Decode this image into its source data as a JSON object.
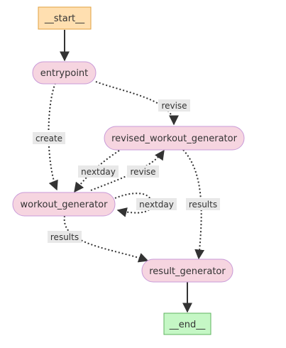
{
  "colors": {
    "terminal_start_fill": "#ffdfb0",
    "terminal_start_stroke": "#e0a040",
    "terminal_end_fill": "#c5f7c5",
    "terminal_end_stroke": "#5fb35f",
    "node_fill": "#f6d5e0",
    "node_stroke": "#c99ad8",
    "edge": "#333333",
    "label_bg": "#e8e8e8"
  },
  "nodes": {
    "start": "__start__",
    "entrypoint": "entrypoint",
    "revised_workout_generator": "revised_workout_generator",
    "workout_generator": "workout_generator",
    "result_generator": "result_generator",
    "end": "__end__"
  },
  "edges": [
    {
      "from": "__start__",
      "to": "entrypoint",
      "label": "",
      "style": "solid"
    },
    {
      "from": "entrypoint",
      "to": "revised_workout_generator",
      "label": "revise",
      "style": "dotted"
    },
    {
      "from": "entrypoint",
      "to": "workout_generator",
      "label": "create",
      "style": "dotted"
    },
    {
      "from": "revised_workout_generator",
      "to": "workout_generator",
      "label": "nextday",
      "style": "dotted"
    },
    {
      "from": "workout_generator",
      "to": "revised_workout_generator",
      "label": "revise",
      "style": "dotted"
    },
    {
      "from": "workout_generator",
      "to": "workout_generator",
      "label": "nextday",
      "style": "dotted"
    },
    {
      "from": "revised_workout_generator",
      "to": "result_generator",
      "label": "results",
      "style": "dotted"
    },
    {
      "from": "workout_generator",
      "to": "result_generator",
      "label": "results",
      "style": "dotted"
    },
    {
      "from": "result_generator",
      "to": "__end__",
      "label": "",
      "style": "solid"
    }
  ]
}
